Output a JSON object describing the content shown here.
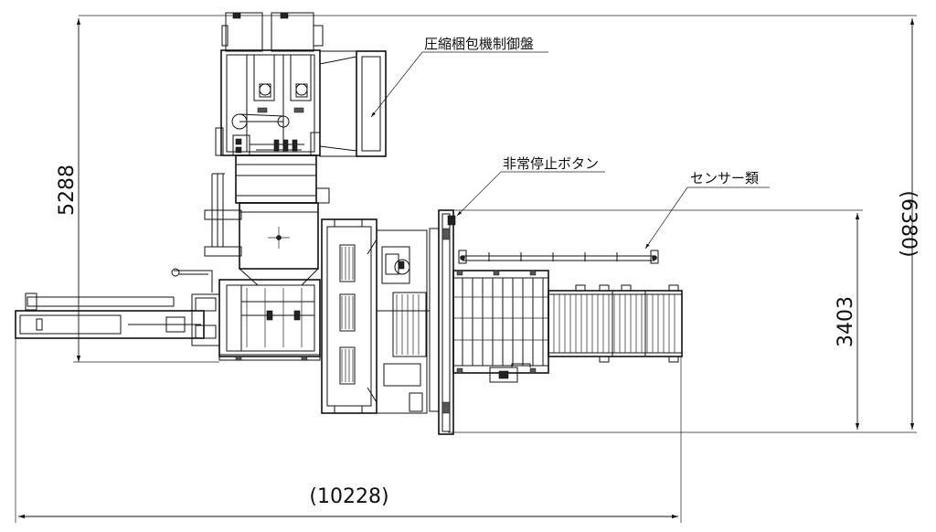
{
  "callouts": {
    "control_panel": "圧縮梱包機制御盤",
    "emergency_stop": "非常停止ボタン",
    "sensors": "センサー類"
  },
  "dimensions": {
    "height_left": "5288",
    "overall_width": "(10228)",
    "conveyor_height": "3403",
    "overall_height": "(6380)"
  }
}
